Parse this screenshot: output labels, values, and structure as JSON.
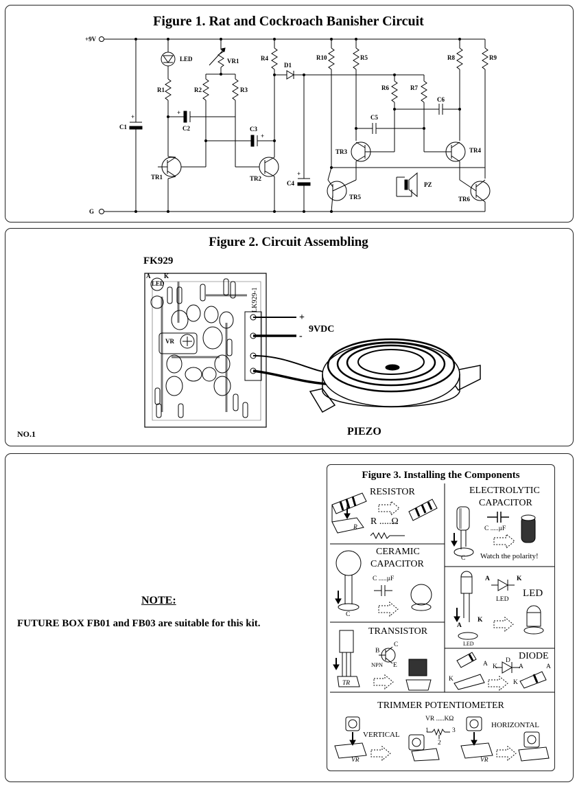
{
  "fig1": {
    "title": "Figure 1. Rat and Cockroach Banisher Circuit",
    "labels": {
      "vcc": "+9V",
      "gnd": "G",
      "led": "LED",
      "vr1": "VR1",
      "r1": "R1",
      "r2": "R2",
      "r3": "R3",
      "r4": "R4",
      "d1": "D1",
      "r10": "R10",
      "r5": "R5",
      "r8": "R8",
      "r9": "R9",
      "r6": "R6",
      "r7": "R7",
      "c1": "C1",
      "c2": "C2",
      "c3": "C3",
      "c4": "C4",
      "c5": "C5",
      "c6": "C6",
      "tr1": "TR1",
      "tr2": "TR2",
      "tr3": "TR3",
      "tr4": "TR4",
      "tr5": "TR5",
      "tr6": "TR6",
      "pz": "PZ",
      "plus": "+"
    }
  },
  "fig2": {
    "title": "Figure 2. Circuit Assembling",
    "kit": "FK929",
    "board_text": "LK929-1",
    "supply": "9VDC",
    "plus": "+",
    "minus": "-",
    "piezo": "PIEZO",
    "page": "NO.1",
    "pcb_labels": {
      "a": "A",
      "k": "K",
      "led": "LED",
      "vr": "VR"
    }
  },
  "note": {
    "heading": "NOTE:",
    "text": "FUTURE BOX FB01 and FB03 are suitable for this kit."
  },
  "fig3": {
    "title": "Figure 3. Installing the Components",
    "resistor": {
      "title": "RESISTOR",
      "formula": "R .....Ω",
      "tag": "R"
    },
    "electrolytic": {
      "title1": "ELECTROLYTIC",
      "title2": "CAPACITOR",
      "value": "C .....µF",
      "warn": "Watch the polarity!",
      "tag": "C"
    },
    "ceramic": {
      "title1": "CERAMIC",
      "title2": "CAPACITOR",
      "value": "C .....µF",
      "tag": "C"
    },
    "led": {
      "title": "LED",
      "a": "A",
      "k": "K",
      "sym_label": "LED",
      "tag": "LED"
    },
    "transistor": {
      "title": "TRANSISTOR",
      "b": "B",
      "c": "C",
      "e": "E",
      "type": "NPN",
      "tag": "TR"
    },
    "diode": {
      "title": "DIODE",
      "k": "K",
      "d": "D",
      "a": "A"
    },
    "trimmer": {
      "title": "TRIMMER POTENTIOMETER",
      "value": "VR .....KΩ",
      "p1": "1",
      "p2": "2",
      "p3": "3",
      "vertical": "VERTICAL",
      "horizontal": "HORIZONTAL",
      "tag": "VR"
    }
  }
}
